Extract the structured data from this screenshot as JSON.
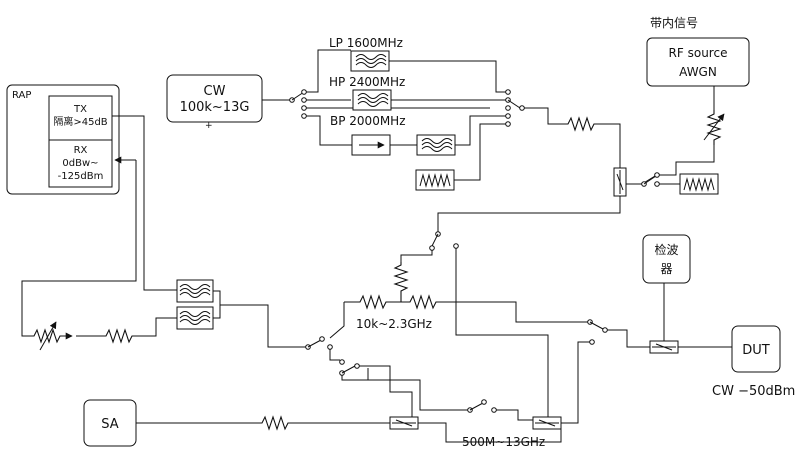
{
  "labels": {
    "rap": "RAP",
    "tx_line1": "TX",
    "tx_line2": "隔离>45dB",
    "rx_line1": "RX",
    "rx_line2": "0dBw~",
    "rx_line3": "-125dBm",
    "cw_line1": "CW",
    "cw_line2": "100k~13G",
    "lp": "LP 1600MHz",
    "hp": "HP 2400MHz",
    "bp": "BP 2000MHz",
    "inband": "带内信号",
    "rf_line1": "RF source",
    "rf_line2": "AWGN",
    "detector_line1": "检波",
    "detector_line2": "器",
    "dut": "DUT",
    "dut_level": "CW  −50dBm",
    "sa": "SA",
    "band_low": "10k~2.3GHz",
    "band_high": "500M~13GHz"
  },
  "icons": {
    "filter": "filter-icon",
    "resistor": "resistor-icon",
    "attenuator": "variable-attenuator-icon",
    "isolator": "isolator-arrow-icon",
    "noise": "noise-source-icon",
    "coupler": "coupler-icon",
    "switch": "rf-switch-icon"
  }
}
